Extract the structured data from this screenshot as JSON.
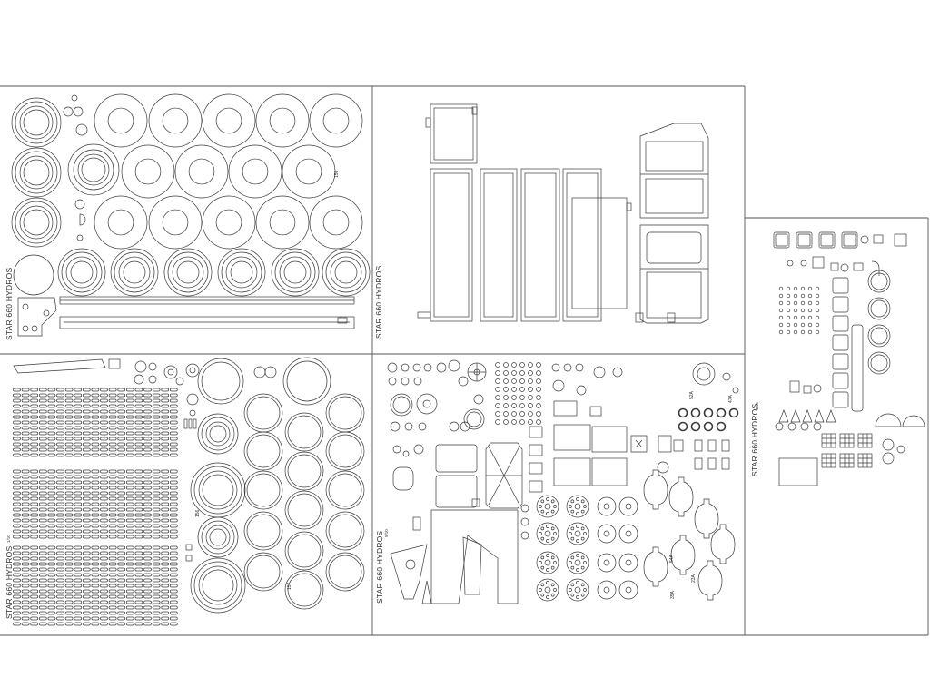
{
  "colors": {
    "line": "#3a3a3a",
    "paper": "#ffffff"
  },
  "sheets": {
    "top_left": {
      "title": "STAR 660 HYDROS"
    },
    "top_middle": {
      "title": "STAR 660 HYDROS"
    },
    "bottom_left": {
      "title": "STAR 660 HYDROS",
      "page": "1/10"
    },
    "bottom_middle": {
      "title": "STAR 660 HYDROS",
      "page": "5/10"
    },
    "right": {
      "title": "STAR 660 HYDROS",
      "page": "4/10"
    }
  },
  "part_labels": {
    "p155": "155",
    "p156": "156",
    "p157": "157",
    "p23a": "23A",
    "p35a": "35A",
    "p47a": "47A",
    "p52a": "52A",
    "p54a": "54A"
  }
}
